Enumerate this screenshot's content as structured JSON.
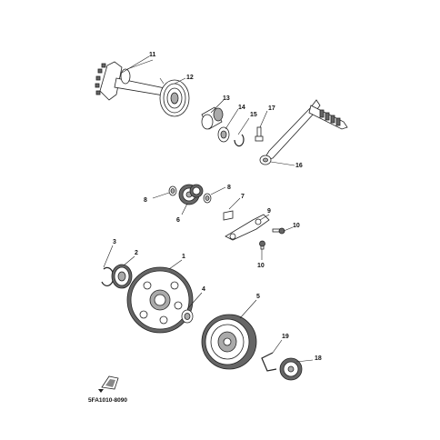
{
  "diagram_code": "5FA1010-8090",
  "callouts": {
    "c1": "1",
    "c2": "2",
    "c3": "3",
    "c4": "4",
    "c5": "5",
    "c6": "6",
    "c7": "7",
    "c8a": "8",
    "c8b": "8",
    "c9": "9",
    "c10a": "10",
    "c10b": "10",
    "c11": "11",
    "c12": "12",
    "c13": "13",
    "c14": "14",
    "c15": "15",
    "c16": "16",
    "c17": "17",
    "c18": "18",
    "c19": "19"
  },
  "icons": {
    "front_indicator": "front-arrow-icon"
  }
}
